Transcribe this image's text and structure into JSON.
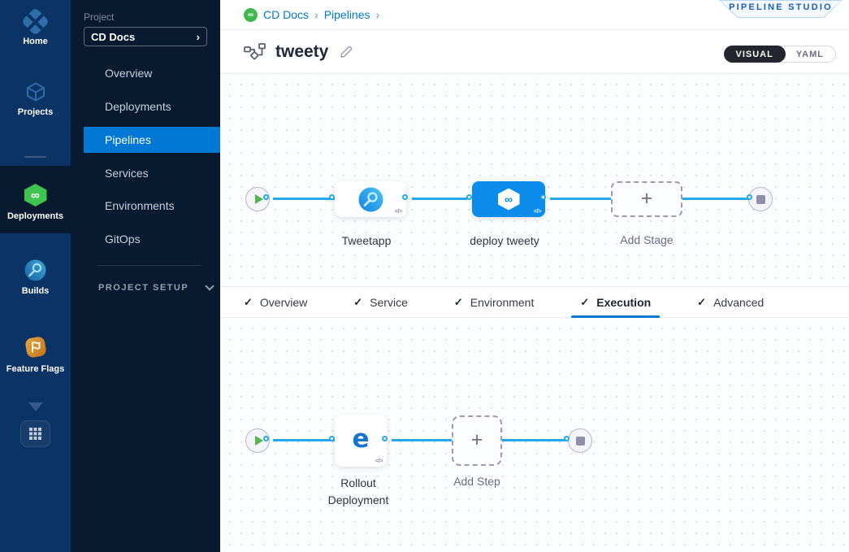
{
  "app": {
    "studio_badge": "PIPELINE STUDIO"
  },
  "nav_rail": {
    "items": [
      {
        "label": "Home"
      },
      {
        "label": "Projects"
      },
      {
        "label": "Deployments"
      },
      {
        "label": "Builds"
      },
      {
        "label": "Feature Flags"
      }
    ]
  },
  "sidebar": {
    "project_label": "Project",
    "project_name": "CD Docs",
    "items": [
      {
        "label": "Overview"
      },
      {
        "label": "Deployments"
      },
      {
        "label": "Pipelines"
      },
      {
        "label": "Services"
      },
      {
        "label": "Environments"
      },
      {
        "label": "GitOps"
      }
    ],
    "active_item": "Pipelines",
    "setup_label": "PROJECT SETUP"
  },
  "breadcrumb": {
    "crumbs": [
      {
        "label": "CD Docs"
      },
      {
        "label": "Pipelines"
      }
    ],
    "separator": "›"
  },
  "header": {
    "pipeline_name": "tweety",
    "toggle": {
      "visual": "VISUAL",
      "yaml": "YAML",
      "selected": "VISUAL"
    }
  },
  "stage_canvas": {
    "stages": [
      {
        "name": "Tweetapp",
        "type": "build"
      },
      {
        "name": "deploy tweety",
        "type": "deploy"
      },
      {
        "name": "Add Stage",
        "type": "add"
      }
    ],
    "code_icon": "</>"
  },
  "tabs": {
    "check_glyph": "✓",
    "items": [
      {
        "label": "Overview",
        "checked": true
      },
      {
        "label": "Service",
        "checked": true
      },
      {
        "label": "Environment",
        "checked": true
      },
      {
        "label": "Execution",
        "checked": true,
        "active": true
      },
      {
        "label": "Advanced",
        "checked": true
      }
    ]
  },
  "execution_canvas": {
    "steps": [
      {
        "name": "Rollout Deployment",
        "type": "step"
      },
      {
        "name": "Add Step",
        "type": "add"
      }
    ],
    "code_icon": "</>"
  },
  "glyphs": {
    "plus": "+",
    "infinity": "∞",
    "chevron_right": "›"
  },
  "colors": {
    "accent_blue": "#0278d5",
    "connector_blue": "#25a9ee",
    "stage_blue": "#0b8ceb",
    "cd_green": "#3fc44f",
    "rail_bg": "#0b3365",
    "sidebar_bg": "#071a30"
  }
}
